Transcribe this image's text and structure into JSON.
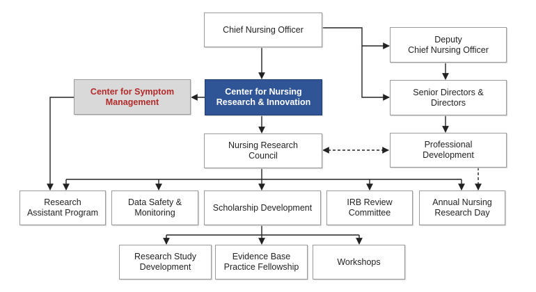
{
  "nodes": {
    "cno": "Chief Nursing Officer",
    "deputy": "Deputy\nChief Nursing Officer",
    "csm": "Center for Symptom\nManagement",
    "cnri": "Center for Nursing\nResearch & Innovation",
    "senior": "Senior Directors &\nDirectors",
    "council": "Nursing Research\nCouncil",
    "profdev": "Professional\nDevelopment",
    "rap": "Research\nAssistant Program",
    "dsm": "Data Safety &\nMonitoring",
    "scholar": "Scholarship Development",
    "irb": "IRB Review\nCommittee",
    "annual": "Annual Nursing\nResearch Day",
    "rsd": "Research Study\nDevelopment",
    "ebp": "Evidence Base\nPractice Fellowship",
    "workshops": "Workshops"
  },
  "colors": {
    "primary_fill": "#2f5597",
    "accent_fill": "#d9d9d9",
    "accent_text": "#b22a2a",
    "connector": "#222222"
  }
}
